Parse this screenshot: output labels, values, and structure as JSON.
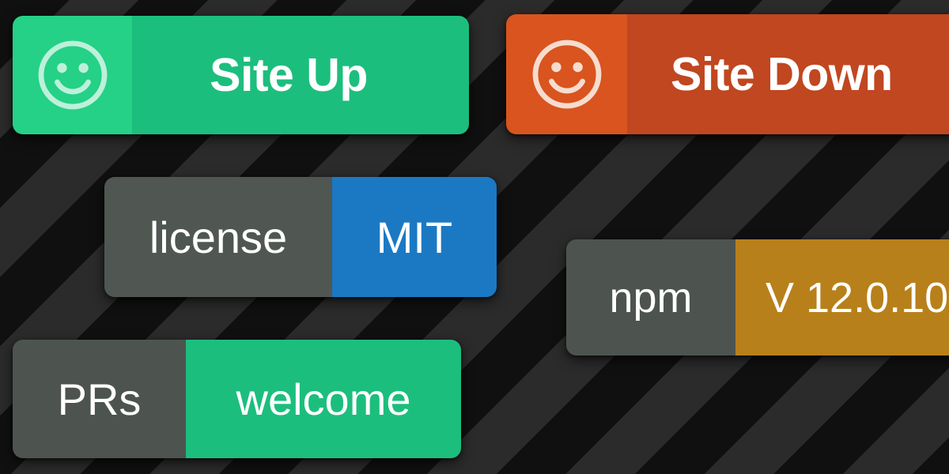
{
  "background": {
    "base_color": "#131313",
    "stripe_dark": "#101010",
    "stripe_light": "#2b2b2b",
    "stripe_angle_deg": 135
  },
  "badges": [
    {
      "id": "site-up",
      "icon": "smiley-face-icon",
      "label": "",
      "value": "Site Up",
      "label_color": "#24d186",
      "value_color": "#1cbe7d",
      "text_color": "#ffffff",
      "icon_color": "#bdf0da",
      "clipped": false
    },
    {
      "id": "site-down",
      "icon": "smiley-face-icon",
      "label": "",
      "value": "Site Down",
      "label_color": "#d9541e",
      "value_color": "#c04720",
      "text_color": "#ffffff",
      "icon_color": "#f6dccf",
      "clipped": true
    },
    {
      "id": "license",
      "icon": "",
      "label": "license",
      "value": "MIT",
      "label_color": "#505753",
      "value_color": "#1b79c4",
      "text_color": "#ffffff",
      "clipped": false
    },
    {
      "id": "npm",
      "icon": "",
      "label": "npm",
      "value": "V 12.0.10",
      "label_color": "#4d544f",
      "value_color": "#b8801a",
      "text_color": "#ffffff",
      "clipped": true
    },
    {
      "id": "prs",
      "icon": "",
      "label": "PRs",
      "value": "welcome",
      "label_color": "#4d544f",
      "value_color": "#1cbe7d",
      "text_color": "#ffffff",
      "clipped": false
    }
  ]
}
